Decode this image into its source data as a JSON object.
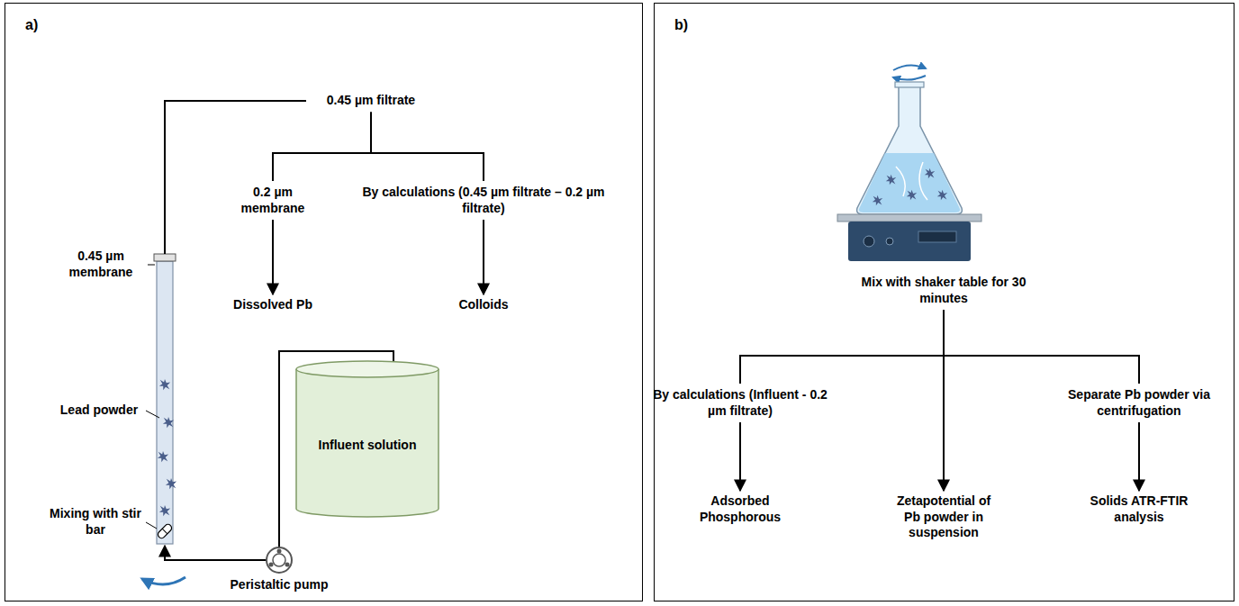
{
  "diagram": {
    "nodes": [
      {
        "text": [
          "a)"
        ]
      },
      {
        "text": [
          "0.45 µm filtrate"
        ],
        "in": 0
      },
      {
        "text": [
          "0.2 µm membrane"
        ],
        "in": 0
      },
      {
        "text": [
          "By calculations (0.45 µm filtrate – 0.2 µm filtrate)"
        ],
        "in": 0
      },
      {
        "text": [
          "Dissolved Pb"
        ],
        "in": 0
      },
      {
        "text": [
          "Colloids"
        ],
        "in": 0
      },
      {
        "text": [
          "Influent solution"
        ],
        "in": 0
      },
      {
        "text": [
          "b)"
        ]
      },
      {
        "text": [
          "Mix with shaker table for 30 minutes"
        ],
        "in": 7
      },
      {
        "text": [
          "By calculations (Influent - 0.2 µm filtrate)"
        ],
        "in": 7
      },
      {
        "text": [
          "Separate Pb powder via centrifugation"
        ],
        "in": 7
      },
      {
        "text": [
          "Adsorbed Phosphorous"
        ],
        "in": 7
      },
      {
        "text": [
          "Zetapotential of Pb powder in suspension"
        ],
        "in": 7
      },
      {
        "text": [
          "Solids ATR-FTIR analysis"
        ],
        "in": 7
      }
    ],
    "edges": [
      {
        "from": 1,
        "to": 2,
        "arrow": "none"
      },
      {
        "from": 1,
        "to": 3,
        "arrow": "none"
      },
      {
        "from": 2,
        "to": 4,
        "arrow": "to"
      },
      {
        "from": 3,
        "to": 5,
        "arrow": "to"
      },
      {
        "from": 8,
        "to": 9,
        "arrow": "none"
      },
      {
        "from": 8,
        "to": 12,
        "arrow": "to"
      },
      {
        "from": 8,
        "to": 10,
        "arrow": "none"
      },
      {
        "from": 9,
        "to": 11,
        "arrow": "to"
      },
      {
        "from": 10,
        "to": 13,
        "arrow": "to"
      }
    ],
    "labels": [
      "0.45 µm membrane",
      "Lead powder",
      "Mixing with stir bar",
      "Peristaltic pump"
    ]
  }
}
